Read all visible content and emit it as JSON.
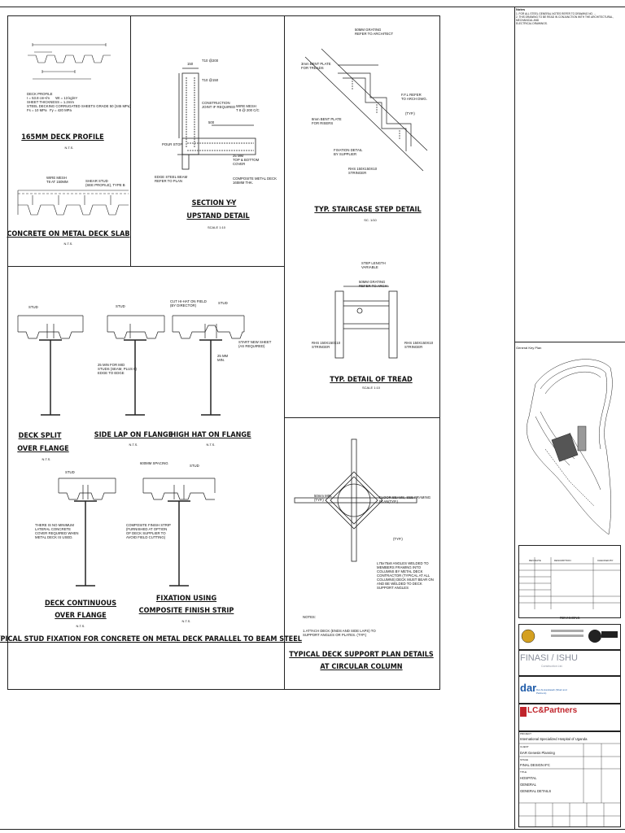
{
  "titles": {
    "deck_profile": "165MM DECK PROFILE",
    "deck_profile_scale": "N.T.S.",
    "concrete_slab": "CONCRETE ON METAL DECK SLAB",
    "concrete_slab_scale": "N.T.S.",
    "section_yy": "SECTION Y-Y",
    "upstand": "UPSTAND DETAIL",
    "upstand_scale": "SCALE 1:10",
    "staircase": "TYP. STAIRCASE STEP DETAIL",
    "staircase_scale": "SC. 1/10",
    "tread": "TYP. DETAIL OF TREAD",
    "tread_scale": "SCALE 1:10",
    "deck_split_1": "DECK SPLIT",
    "deck_split_2": "OVER FLANGE",
    "deck_split_scale": "N.T.S.",
    "side_lap": "SIDE LAP ON FLANGE",
    "side_lap_scale": "N.T.S.",
    "high_hat": "HIGH HAT ON FLANGE",
    "high_hat_scale": "N.T.S.",
    "deck_cont_1": "DECK CONTINUOUS",
    "deck_cont_2": "OVER FLANGE",
    "deck_cont_scale": "N.T.S.",
    "fixation_1": "FIXATION USING",
    "fixation_2": "COMPOSITE FINISH STRIP",
    "fixation_scale": "N.T.S.",
    "typical_stud": "TYPICAL STUD FIXATION FOR CONCRETE ON METAL DECK PARALLEL TO BEAM STEEL",
    "support_1": "TYPICAL DECK SUPPORT PLAN DETAILS",
    "support_2": "AT CIRCULAR COLUMN"
  },
  "labels": {
    "deck_profile_notes": "DECK PROFILE\nI = 53.8 cm⁴/m      Wt = 13 kg/m²\nSHEET THICKNESS = 1.2mm\nSTEEL DECKING CORRUGATED SHEETS GRADE 50 (345 MPa)\nFs = 10 MPa   Fy = 420 MPa",
    "wire_mesh": "WIRE MESH\nT8 AT 150MM",
    "shear_stud": "SHEAR STUD\n(SEE PROFILE), TYPE B",
    "upstand_t10a": "T10 @200",
    "upstand_t10b": "T10 @150",
    "upstand_150": "150",
    "upstand_construction": "CONSTRUCTION\nJOINT IF REQUIRED",
    "upstand_wire": "WIRE MESH\nT 8 @ 200 C/C",
    "upstand_500": "500",
    "upstand_pour": "POUR STOP",
    "upstand_cover": "25 MM\nTOP & BOTTOM\nCOVER",
    "upstand_composite": "COMPOSITE METAL DECK\n165MM THK.",
    "upstand_edge": "EDGE STEEL BEAM\nREFER TO PLAN",
    "stair_grating": "50MM GRATING\nREFER TO ARCHITECT",
    "stair_bent1": "3mm BENT PLATE\nFOR TREADS",
    "stair_ffl": "F.F.L REFER\nTO ARCH DWG.",
    "stair_typ": "(TYP.)",
    "stair_bent2": "8mm BENT PLATE\nFOR RISERS",
    "stair_fix": "FIXATION DETAIL\nBY SUPPLIER",
    "stair_rhs": "RHS 150X150X10\nSTRINGER",
    "tread_step": "STEP LENGTH\nVARIABLE",
    "tread_grating": "50MM GRATING\nREFER TO ARCH",
    "tread_rhs1": "RHS 150X150X10\nSTRINGER",
    "tread_rhs2": "RHS 150X150X10\nSTRINGER",
    "stud": "STUD",
    "mid_studs": "25 MIN FOR MID\nSTUDS (SEAM, PLUS 6)\nEDGE TO EDGE",
    "cut_hat": "CUT HI-HAT ON FIELD\n(BY DIRECTOR)",
    "start_new": "START NEW SHEET\n(AS REQUIRED)",
    "min_25": "25 MM\nMIN.",
    "spacing_600": "600MM SPACING",
    "no_min": "THERE IS NO MINIMUM\nLATERAL CONCRETE\nCOVER REQUIRED WHEN\nMETAL DECK IS USED.",
    "composite_strip": "COMPOSITE FINISH STRIP\n(FURNISHED AT OPTION\nOF DECK SUPPLIER TO\nAVOID FIELD CUTTING)",
    "col_50": "50mm MIN.\n(TYP.)",
    "floor_beams": "FLOOR BEAMS, SEE FRAMING\nPLAN(TYP.)",
    "angle_typ": "(TYP.)",
    "angles": "L75x75x8 ANGLES WELDED TO\nMEMBERS FRAMING INTO\nCOLUMNS BY METAL DECK\nCONTRACTOR (TYPICAL AT ALL\nCOLUMNS) DECK MUST BEAR ON\nAND BE WELDED TO DECK\nSUPPORT ANGLES",
    "notes_head": "NOTES:",
    "notes_body": "1.ATTACH DECK (ENDS AND SIDE LAPS) TO\nSUPPORT ANGLES OR PLATES. (TYP.)"
  },
  "title_block": {
    "notes_head": "Notes",
    "notes_text": "1. FOR ALL STEEL GENERAL NOTES REFER TO DRAWING NO. ...\n2. THIS DRAWING TO BE READ IN CONJUNCTION WITH THE ARCHITECTURAL, MECHANICAL AND\nELECTRICAL DRAWINGS.",
    "key_plan": "General Key Plan",
    "rev_headers": [
      "REV/DATE",
      "DESCRIPTION",
      "CHECKED BY"
    ],
    "revisions": "REVISIONS",
    "finasi": "FINASI / ISHU",
    "finasi_sub": "Construction Ltd.",
    "dar": "dar",
    "dar_sub": "Dar Al-Handasah (Shair and Partners)",
    "lc": "LC&Partners",
    "project_label": "PROJECT",
    "project": "International Specialized Hospital of Uganda",
    "client_label": "CLIENT",
    "client": "DAR Genesis Planning",
    "stage_label": "STAGE",
    "stage": "FINAL DESIGN IFC",
    "title_label": "TITLE",
    "title_lines": [
      "HOSPITAL",
      "GENERAL",
      "GENERAL DETAILS"
    ]
  },
  "colors": {
    "line": "#222222",
    "finasi": "#8a8f9c",
    "dar": "#1d5aa8",
    "lc": "#c0242b"
  }
}
